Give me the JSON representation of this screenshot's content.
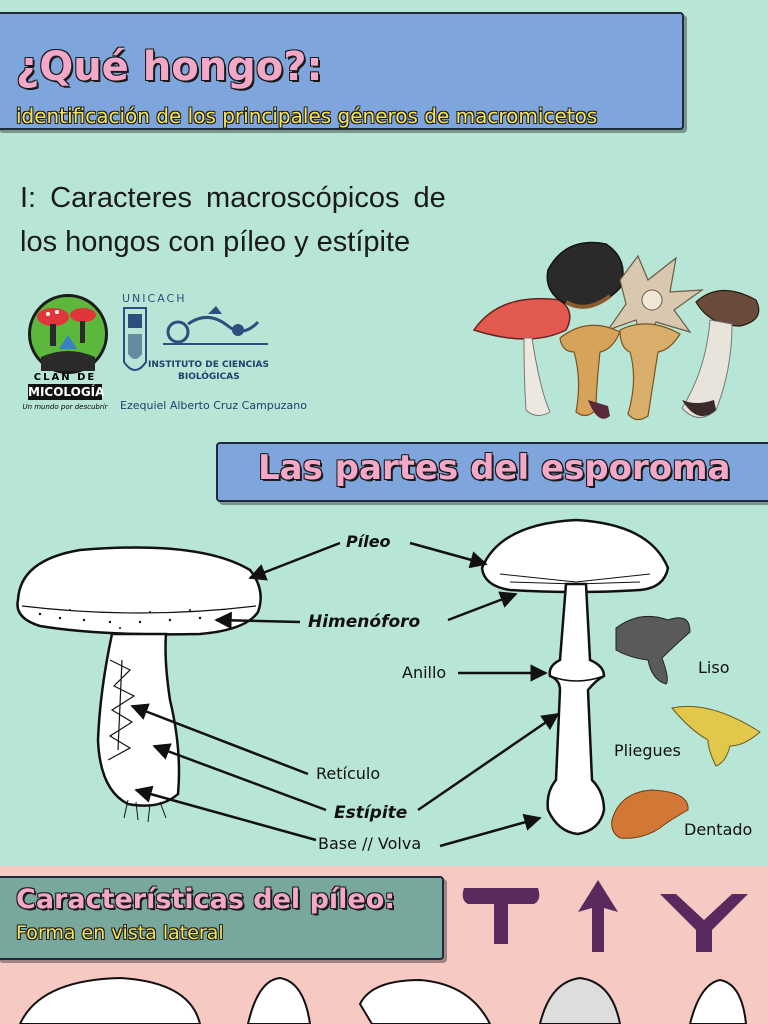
{
  "header": {
    "title": "¿Qué hongo?:",
    "subtitle": "identificación de los principales géneros de macromicetos"
  },
  "section": {
    "heading_line_1": "I: Caracteres macroscópicos de",
    "heading_line_2": "los hongos con píleo y estípite"
  },
  "logos": {
    "clan_line_1": "CLAN DE",
    "clan_line_2": "MICOLOGÍA",
    "clan_tagline": "Un mundo por descubrir",
    "university": "UNICACH",
    "institute_line_1": "INSTITUTO DE CIENCIAS",
    "institute_line_2": "BIOLÓGICAS",
    "author": "Ezequiel Alberto Cruz Campuzano"
  },
  "parts": {
    "title": "Las partes del esporoma",
    "labels": {
      "pileo": "Píleo",
      "himenoforo": "Himenóforo",
      "anillo": "Anillo",
      "reticulo": "Retículo",
      "estipite": "Estípite",
      "base_volva": "Base // Volva",
      "liso": "Liso",
      "pliegues": "Pliegues",
      "dentado": "Dentado"
    }
  },
  "pileo_section": {
    "title": "Características del píleo:",
    "subtitle": "Forma en vista lateral"
  },
  "colors": {
    "background": "#b8e6d6",
    "banner_blue": "#7ea6dc",
    "title_pink": "#f4a8c8",
    "subtitle_yellow": "#f6e35a",
    "pink_area": "#f7c9c3",
    "shape_purple": "#5a2a5e"
  }
}
